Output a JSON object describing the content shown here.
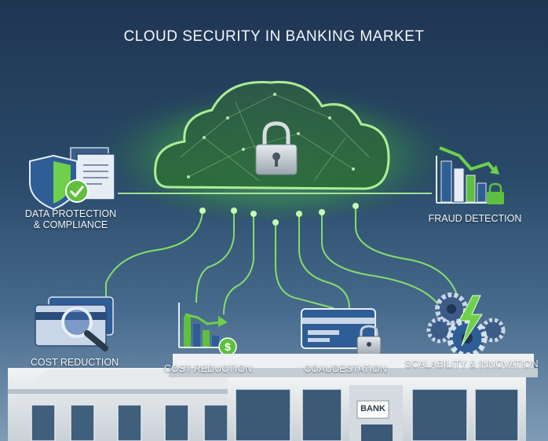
{
  "title": "CLOUD SECURITY IN BANKING MARKET",
  "features": {
    "data_protection": {
      "line1": "DATA PROTECTION",
      "line2": "& COMPLIANCE"
    },
    "fraud_detection": "FRAUD DETECTION",
    "cost_reduction_left": "COST REDUCTION",
    "cost_reduction_center": "COST REDUCTION",
    "card_feature": "COAUDESTATION",
    "scalability": "SCALABILITY & INNOVATION"
  },
  "building_sign": "BANK",
  "icons": [
    "cloud-icon",
    "padlock-icon",
    "shield-check-icon",
    "documents-icon",
    "bar-chart-decline-icon",
    "magnifier-card-icon",
    "bar-chart-dollar-icon",
    "credit-card-lock-icon",
    "gears-lightning-icon"
  ],
  "colors": {
    "accent": "#7be05a",
    "background_top": "#1f3552",
    "background_bottom": "#7f9bb6"
  }
}
